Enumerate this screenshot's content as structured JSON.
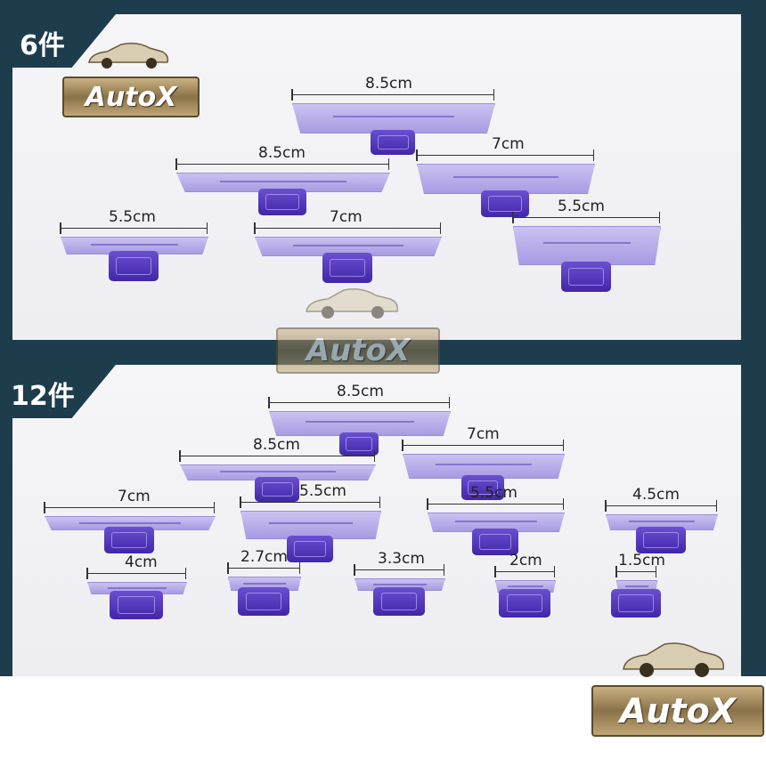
{
  "panels": [
    {
      "tag": "6件",
      "tabs": [
        {
          "size": "8.5cm"
        },
        {
          "size": "8.5cm"
        },
        {
          "size": "7cm"
        },
        {
          "size": "5.5cm"
        },
        {
          "size": "7cm"
        },
        {
          "size": "5.5cm"
        }
      ]
    },
    {
      "tag": "12件",
      "tabs": [
        {
          "size": "8.5cm"
        },
        {
          "size": "8.5cm"
        },
        {
          "size": "7cm"
        },
        {
          "size": "7cm"
        },
        {
          "size": "5.5cm"
        },
        {
          "size": "5.5cm"
        },
        {
          "size": "4.5cm"
        },
        {
          "size": "4cm"
        },
        {
          "size": "2.7cm"
        },
        {
          "size": "3.3cm"
        },
        {
          "size": "2cm"
        },
        {
          "size": "1.5cm"
        }
      ]
    }
  ],
  "logos": [
    {
      "brand": "AutoX"
    },
    {
      "brand": "AutoX"
    },
    {
      "brand": "AutoX"
    }
  ],
  "colors": {
    "frame": "#1d3d4d",
    "tab_purple": "#5a3cc4",
    "tab_light": "#b8aaee"
  }
}
